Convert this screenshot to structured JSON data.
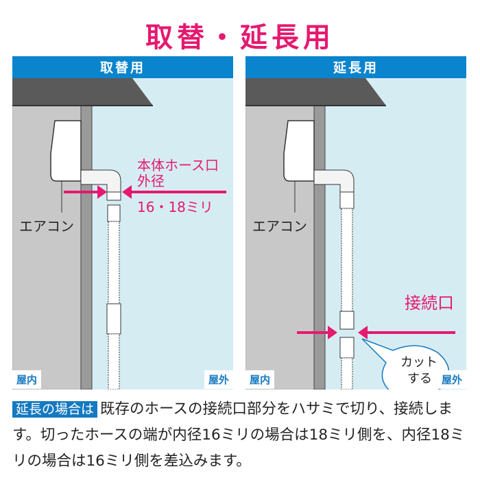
{
  "title": "取替・延長用",
  "colors": {
    "accent_pink": "#e5196f",
    "header_blue": "#0a84cc",
    "sky": "#d6ecf3",
    "indoor_wall": "#c8c8c8",
    "roof": "#5a5a5a",
    "label_blue": "#1479c0"
  },
  "panels": [
    {
      "header": "取替用",
      "aircon_label": "エアコン",
      "annotation_line1": "本体ホース口",
      "annotation_line2": "外径",
      "annotation_line3": "16・18ミリ",
      "indoor_label": "屋内",
      "outdoor_label": "屋外"
    },
    {
      "header": "延長用",
      "aircon_label": "エアコン",
      "annotation_line1": "接続口",
      "bubble_line1": "カット",
      "bubble_line2": "する",
      "indoor_label": "屋内",
      "outdoor_label": "屋外"
    }
  ],
  "description": {
    "tag": "延長の場合は",
    "text": "既存のホースの接続口部分をハサミで切り、接続します。切ったホースの端が内径16ミリの場合は18ミリ側を、内径18ミリの場合は16ミリ側を差込みます。"
  }
}
